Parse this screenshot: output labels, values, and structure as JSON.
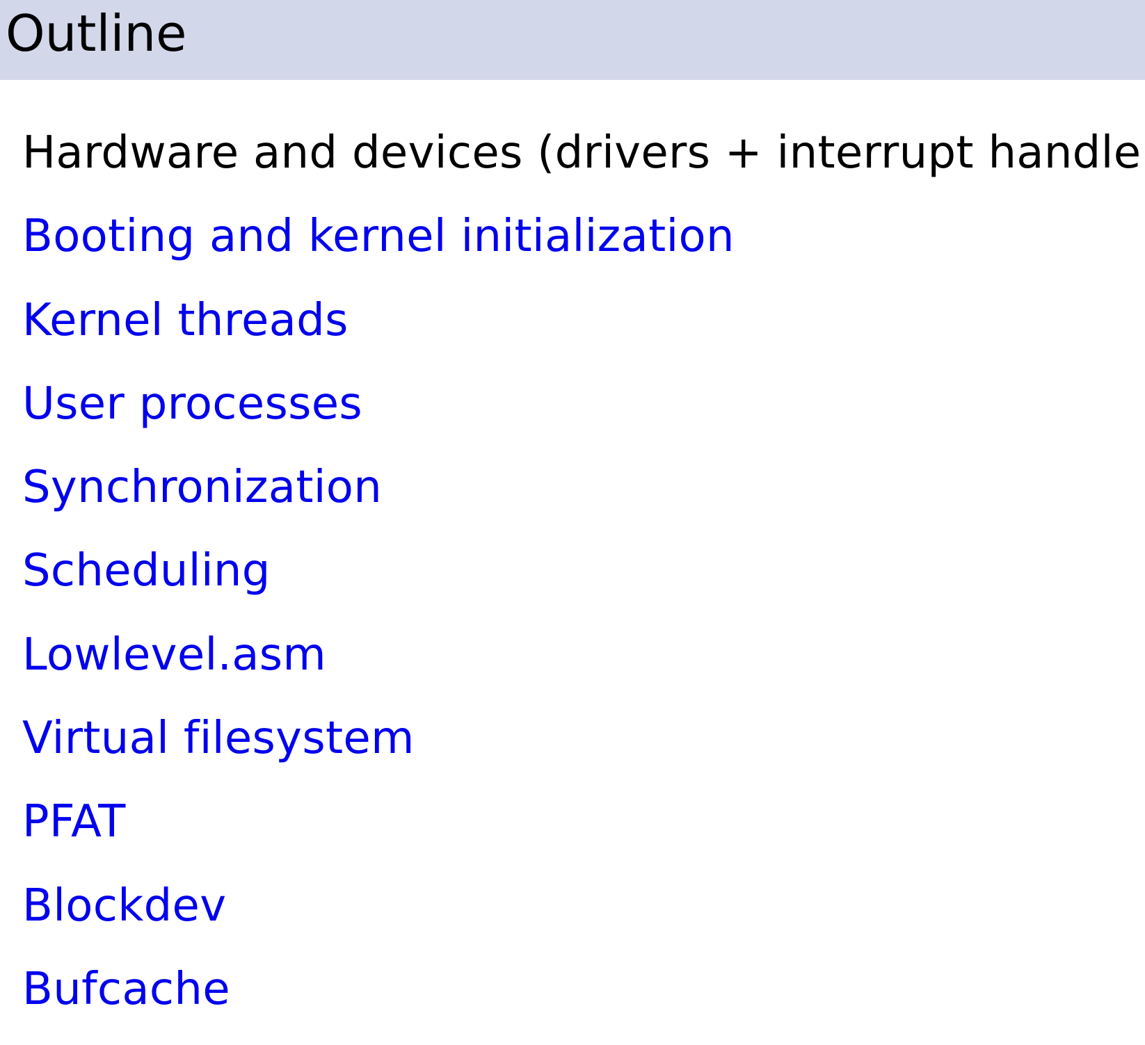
{
  "header": {
    "title": "Outline"
  },
  "outline": {
    "items": [
      {
        "label": "Hardware and devices (drivers + interrupt handlers)",
        "current": true
      },
      {
        "label": "Booting and kernel initialization",
        "current": false
      },
      {
        "label": "Kernel threads",
        "current": false
      },
      {
        "label": "User processes",
        "current": false
      },
      {
        "label": "Synchronization",
        "current": false
      },
      {
        "label": "Scheduling",
        "current": false
      },
      {
        "label": "Lowlevel.asm",
        "current": false
      },
      {
        "label": "Virtual filesystem",
        "current": false
      },
      {
        "label": "PFAT",
        "current": false
      },
      {
        "label": "Blockdev",
        "current": false
      },
      {
        "label": "Bufcache",
        "current": false
      }
    ]
  },
  "colors": {
    "header_background": "#d3d7ea",
    "current_item": "#000000",
    "link_item": "#0000ee"
  }
}
